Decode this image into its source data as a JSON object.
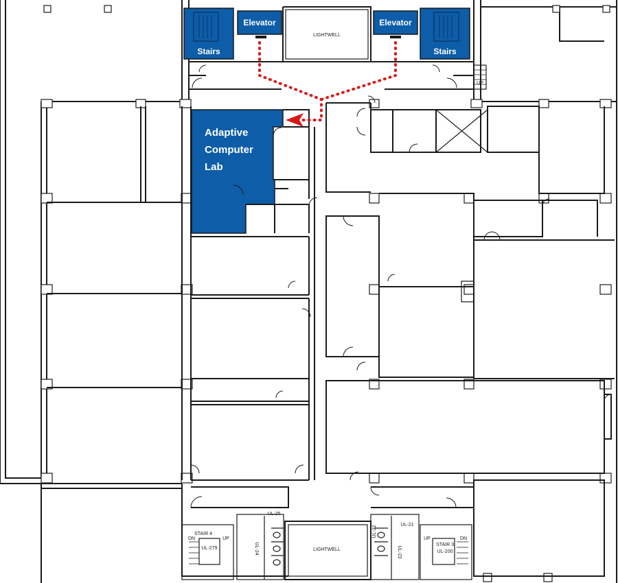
{
  "colors": {
    "highlight": "#0d5da8",
    "route": "#d61a1a",
    "walls": "#1a1a1a",
    "background": "#ffffff"
  },
  "labels": {
    "elevator_left": "Elevator",
    "elevator_right": "Elevator",
    "stairs_left": "Stairs",
    "stairs_right": "Stairs",
    "lightwell_top": "LIGHTWELL",
    "lightwell_bottom": "LIGHTWELL",
    "lab_line1": "Adaptive",
    "lab_line2": "Computer",
    "lab_line3": "Lab",
    "up_right_top": "UP",
    "stair4": "STAIR 4",
    "stair3": "STAIR 3",
    "ul279": "UL-279",
    "ul200": "UL-200",
    "ul25": "UL-25",
    "ul24": "UL-24",
    "ul21": "UL-21",
    "ul22": "UL-22",
    "ul23": "UL-23",
    "dn_left": "DN",
    "up_left": "UP",
    "up_right": "UP",
    "dn_right": "DN"
  }
}
